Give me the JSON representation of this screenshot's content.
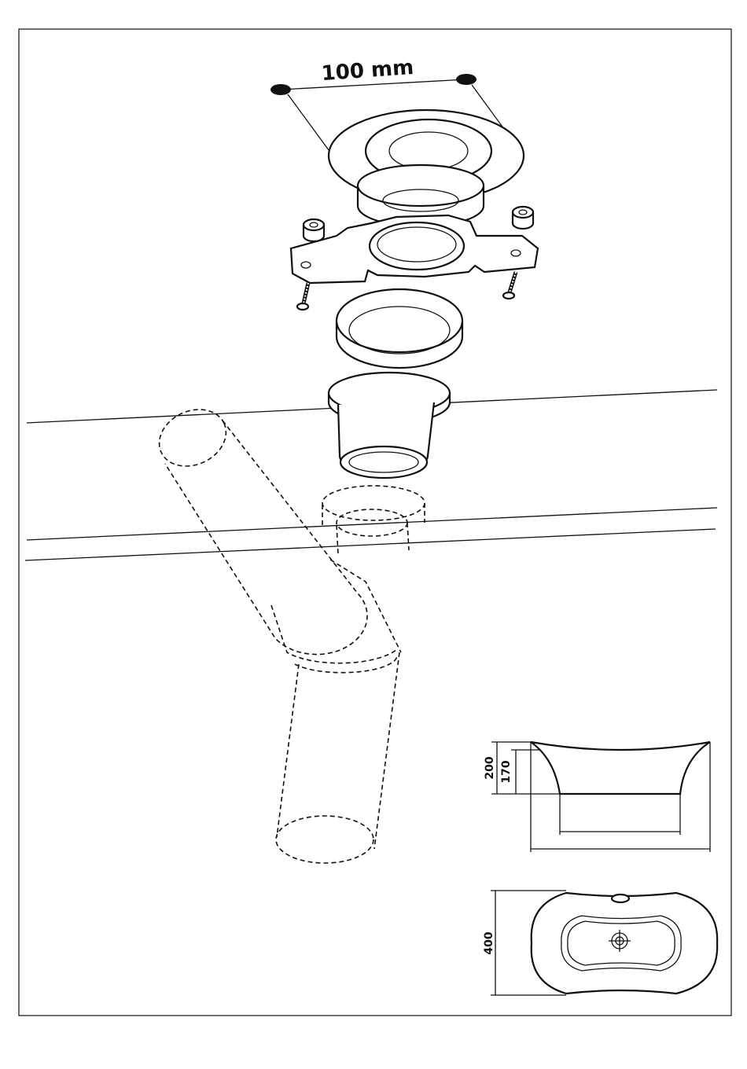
{
  "diagram": {
    "spacing_label": "100 mm",
    "side_view": {
      "height_total": "200",
      "height_inner": "170"
    },
    "top_view": {
      "width": "400"
    }
  }
}
